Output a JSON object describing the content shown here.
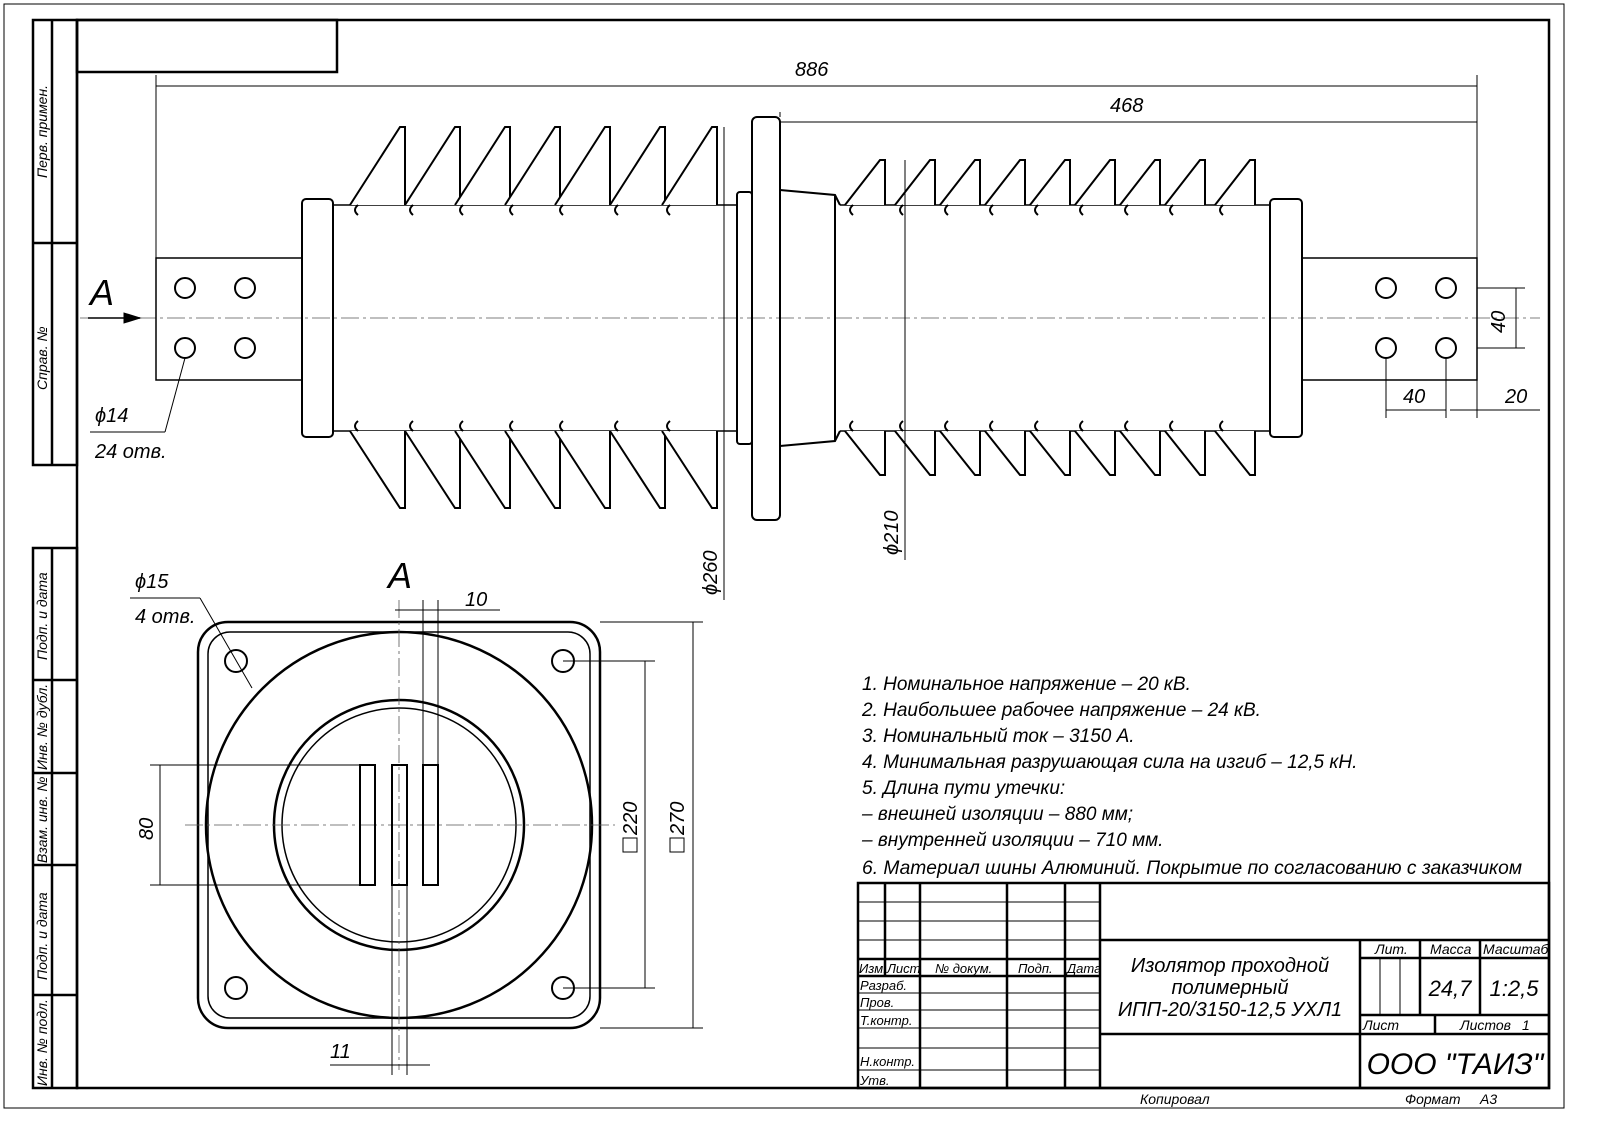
{
  "side_stamp": [
    "Перв. примен.",
    "Справ. №",
    "Подп. и дата",
    "Инв. № дубл.",
    "Взам. инв. №",
    "Подп. и дата",
    "Инв. № подл."
  ],
  "main_view": {
    "view_label": "A",
    "dim_overall": "886",
    "dim_right": "468",
    "dim_d260": "ϕ260",
    "dim_d210": "ϕ210",
    "dim_hole_spacing_v": "40",
    "dim_hole_spacing_h": "40",
    "dim_edge": "20",
    "hole_callout": "ϕ14",
    "hole_count": "24 отв."
  },
  "view_a": {
    "title": "A",
    "hole_callout": "ϕ15",
    "hole_count": "4 отв.",
    "dim_slot": "10",
    "dim_slot_gap": "11",
    "dim_80": "80",
    "dim_220": "220",
    "dim_270": "270"
  },
  "notes": [
    "1. Номинальное напряжение – 20 кВ.",
    "2. Наибольшее рабочее напряжение – 24 кВ.",
    "3. Номинальный ток – 3150 А.",
    "4. Минимальная разрушающая сила на изгиб – 12,5 кН.",
    "5.  Длина пути утечки:",
    "– внешней изоляции – 880 мм;",
    "– внутренней изоляции – 710 мм.",
    "6. Материал шины Алюминий. Покрытие по согласованию с заказчиком"
  ],
  "title_block": {
    "col_headers": [
      "Изм.",
      "Лист",
      "№ докум.",
      "Подп.",
      "Дата"
    ],
    "roles": [
      "Разраб.",
      "Пров.",
      "Т.контр.",
      "Н.контр.",
      "Утв."
    ],
    "title_lines": [
      "Изолятор проходной",
      "полимерный",
      "ИПП-20/3150-12,5 УХЛ1"
    ],
    "lit_label": "Лит.",
    "mass_label": "Масса",
    "scale_label": "Масштаб",
    "mass": "24,7",
    "scale": "1:2,5",
    "sheet_label": "Лист",
    "sheets_label": "Листов",
    "sheets": "1",
    "company": "ООО \"ТАИЗ\""
  },
  "footer": {
    "copied": "Копировал",
    "format_label": "Формат",
    "format": "А3"
  }
}
